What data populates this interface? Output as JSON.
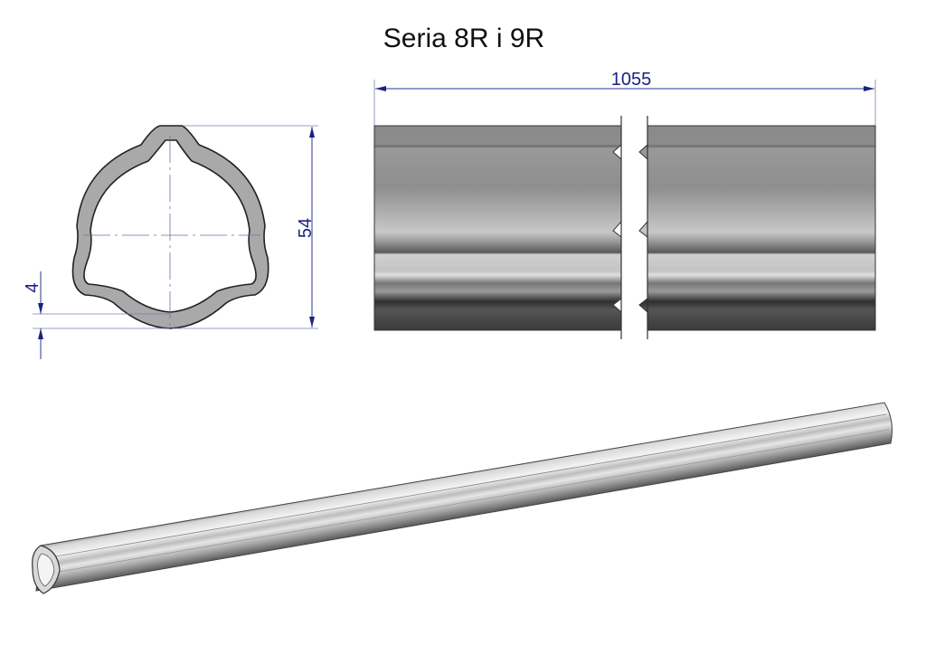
{
  "title": "Seria 8R i 9R",
  "dimensions": {
    "height": "54",
    "wall_thickness": "4",
    "length": "1055"
  },
  "colors": {
    "dimension": "#1a237e",
    "profile_fill": "#a9a9a9"
  }
}
